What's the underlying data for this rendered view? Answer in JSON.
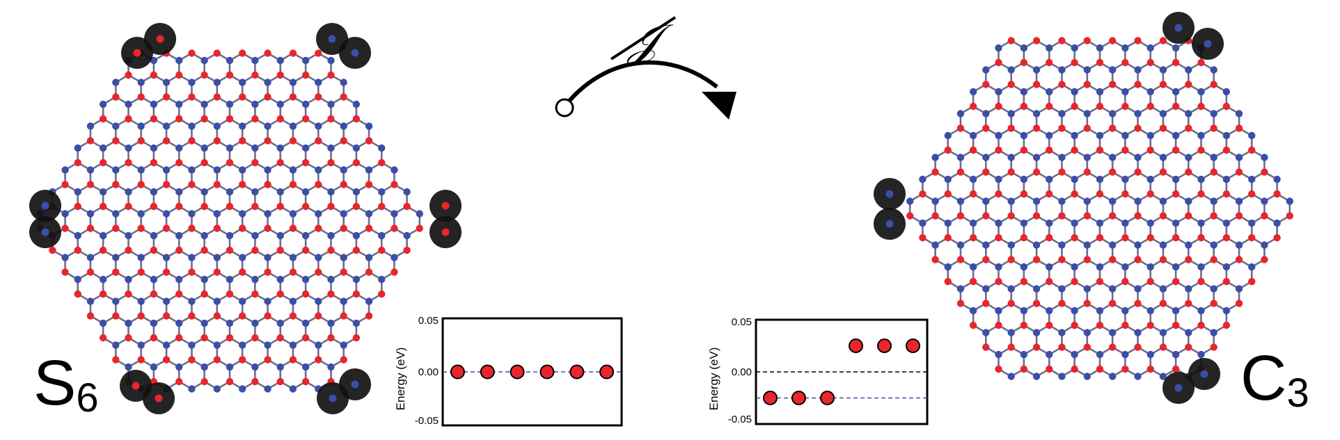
{
  "colors": {
    "atom_a": "#e8262b",
    "atom_b": "#3b4fa8",
    "bond": "#6b6d8c",
    "edge_state": "#111111",
    "arrow": "#000000"
  },
  "left_label": {
    "main": "S",
    "sub": "6"
  },
  "right_label": {
    "main": "C",
    "sub": "3"
  },
  "operator_symbol": "𝒥",
  "chart_data": [
    {
      "type": "scatter",
      "ylabel": "Energy (eV)",
      "ylim": [
        -0.05,
        0.05
      ],
      "yticks": [
        "0.05",
        "0.00",
        "-0.05"
      ],
      "reference_lines": [
        {
          "y": 0.0,
          "style": "dashed",
          "color": "#3b4fa8"
        }
      ],
      "points": [
        {
          "x": 1,
          "y": 0.0
        },
        {
          "x": 2,
          "y": 0.0
        },
        {
          "x": 3,
          "y": 0.0
        },
        {
          "x": 4,
          "y": 0.0
        },
        {
          "x": 5,
          "y": 0.0
        },
        {
          "x": 6,
          "y": 0.0
        }
      ],
      "xlim": [
        0.5,
        6.5
      ]
    },
    {
      "type": "scatter",
      "ylabel": "Energy (eV)",
      "ylim": [
        -0.05,
        0.05
      ],
      "yticks": [
        "0.05",
        "0.00",
        "-0.05"
      ],
      "reference_lines": [
        {
          "y": 0.0,
          "style": "dashed",
          "color": "#000000"
        },
        {
          "y": -0.025,
          "style": "dashed",
          "color": "#3b4fa8"
        }
      ],
      "points": [
        {
          "x": 1,
          "y": -0.025
        },
        {
          "x": 2,
          "y": -0.025
        },
        {
          "x": 3,
          "y": -0.025
        },
        {
          "x": 4,
          "y": 0.025
        },
        {
          "x": 5,
          "y": 0.025
        },
        {
          "x": 6,
          "y": 0.025
        }
      ],
      "xlim": [
        0.5,
        6.5
      ]
    }
  ]
}
